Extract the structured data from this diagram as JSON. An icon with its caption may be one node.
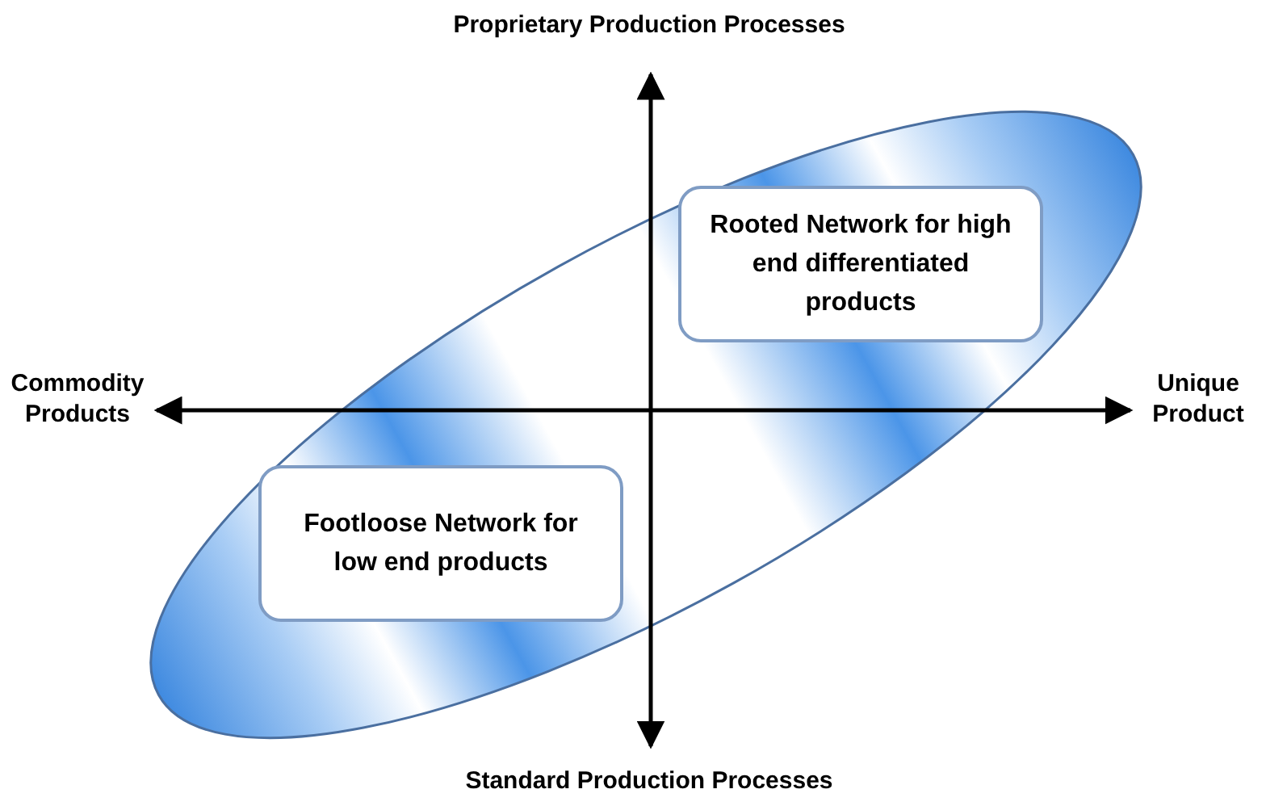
{
  "diagram": {
    "nodes": [
      {
        "text": [
          "Rooted Network for high end differentiated products"
        ]
      },
      {
        "text": [
          "Footloose Network for low end products"
        ]
      }
    ],
    "labels": [
      "Proprietary Production Processes",
      "Commodity Products",
      "Unique Product",
      "Standard Production Processes"
    ]
  }
}
